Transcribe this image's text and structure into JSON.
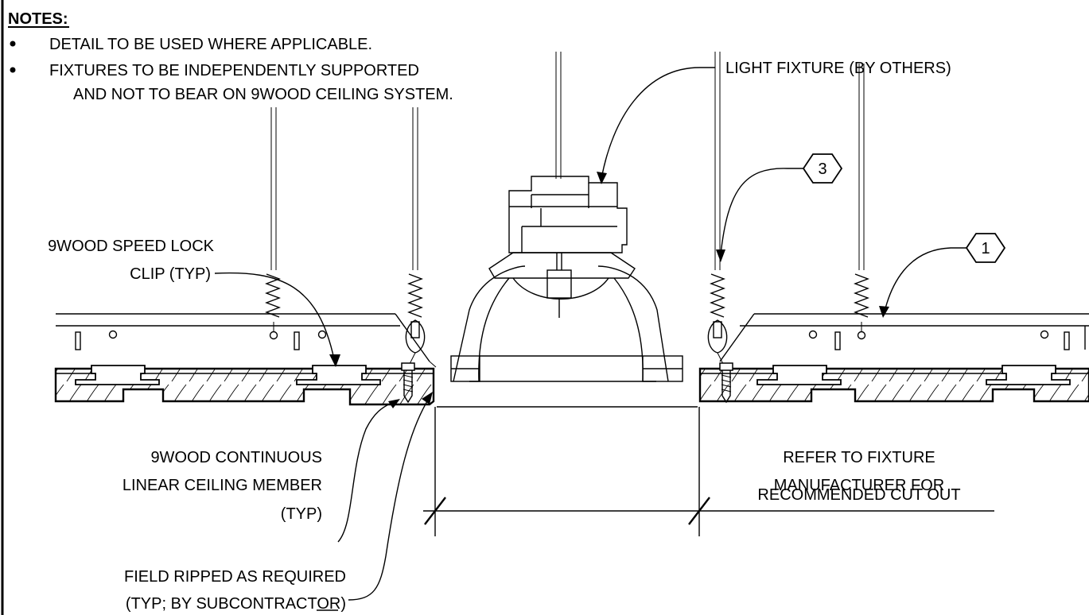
{
  "notes": {
    "heading": "NOTES:",
    "items": [
      "DETAIL TO BE USED WHERE APPLICABLE.",
      "FIXTURES TO BE INDEPENDENTLY SUPPORTED"
    ],
    "item2_cont": "AND NOT TO BEAR ON 9WOOD CEILING SYSTEM."
  },
  "labels": {
    "light_fixture": "LIGHT FIXTURE (BY OTHERS)",
    "clip_l1": "9WOOD SPEED LOCK",
    "clip_l2": "CLIP (TYP)",
    "member_l1": "9WOOD CONTINUOUS",
    "member_l2": "LINEAR CEILING MEMBER",
    "member_l3": "(TYP)",
    "ripped_l1": "FIELD RIPPED AS REQUIRED",
    "ripped_l2": "(TYP; BY SUBCONTRACTOR)",
    "cutout_l1": "REFER TO FIXTURE",
    "cutout_l2": "MANUFACTURER FOR",
    "cutout_l3": "RECOMMENDED CUT OUT"
  },
  "tags": {
    "tag3": "3",
    "tag1": "1"
  }
}
